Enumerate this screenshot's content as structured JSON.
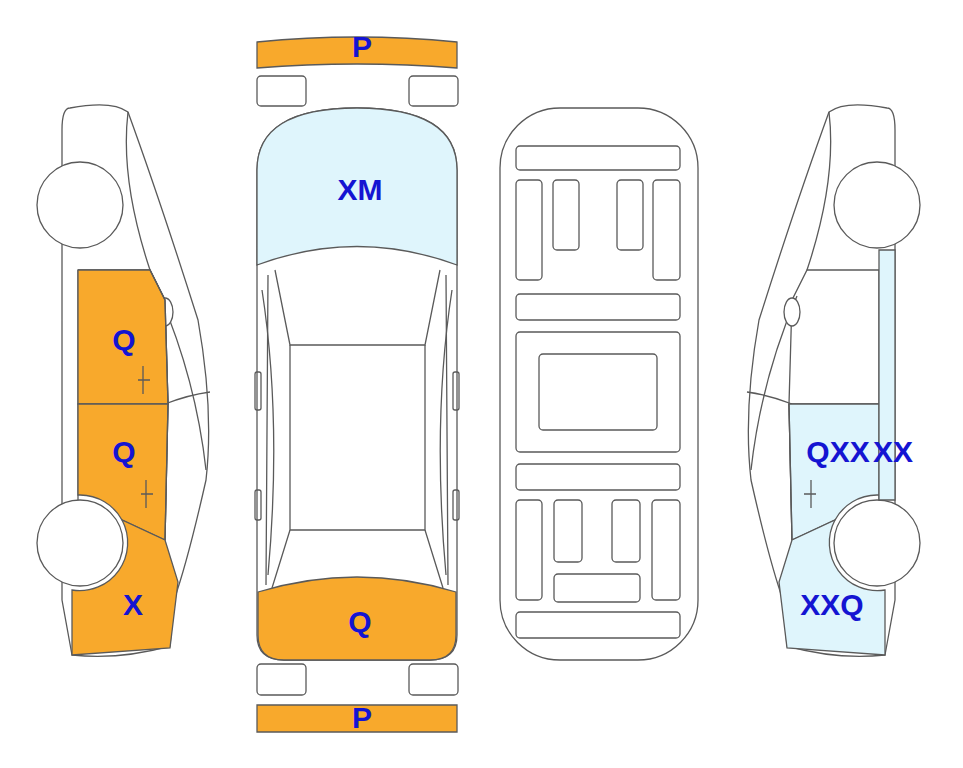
{
  "diagram": {
    "nodes": [
      {
        "text": [
          "P"
        ]
      },
      {
        "text": [
          "XM"
        ]
      },
      {
        "text": [
          "Q"
        ]
      },
      {
        "text": [
          "Q"
        ]
      },
      {
        "text": [
          "QXX"
        ]
      },
      {
        "text": [
          "XX"
        ]
      },
      {
        "text": [
          "X"
        ]
      },
      {
        "text": [
          "XXQ"
        ]
      },
      {
        "text": [
          "Q"
        ]
      },
      {
        "text": [
          "P"
        ]
      }
    ]
  }
}
